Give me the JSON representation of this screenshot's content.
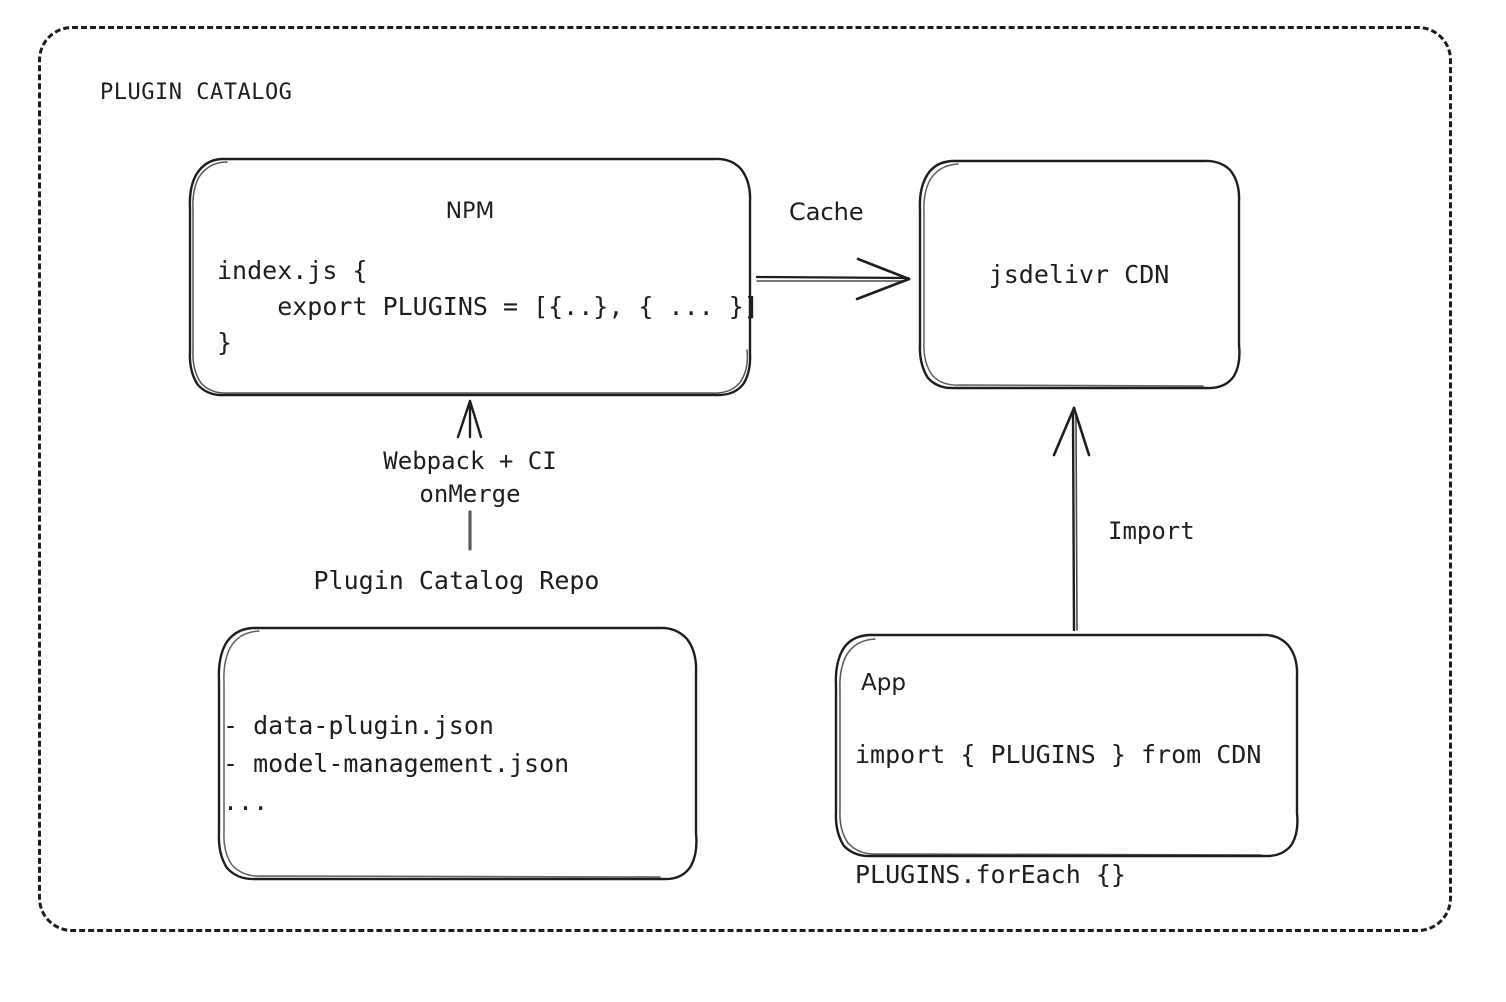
{
  "frame": {
    "title": "PLUGIN CATALOG",
    "style": "dashed-rounded-container"
  },
  "nodes": {
    "npm": {
      "title": "NPM",
      "code": "index.js {\n    export PLUGINS = [{..}, { ... }]\n}"
    },
    "cdn": {
      "label": "jsdelivr CDN"
    },
    "repo": {
      "caption": "Plugin Catalog Repo",
      "items": "- data-plugin.json\n- model-management.json\n..."
    },
    "app": {
      "title": "App",
      "code": "import { PLUGINS } from CDN\n\nPLUGINS.forEach {}"
    }
  },
  "edges": {
    "cache": {
      "label": "Cache",
      "from": "npm",
      "to": "cdn",
      "direction": "right"
    },
    "import": {
      "label": "Import",
      "from": "app",
      "to": "cdn",
      "direction": "up"
    },
    "build": {
      "label": "Webpack + CI\nonMerge",
      "from": "repo",
      "to": "npm",
      "direction": "up"
    }
  },
  "colors": {
    "stroke": "#1e1e1e",
    "background": "#ffffff",
    "muted": "#5c5c5c"
  }
}
